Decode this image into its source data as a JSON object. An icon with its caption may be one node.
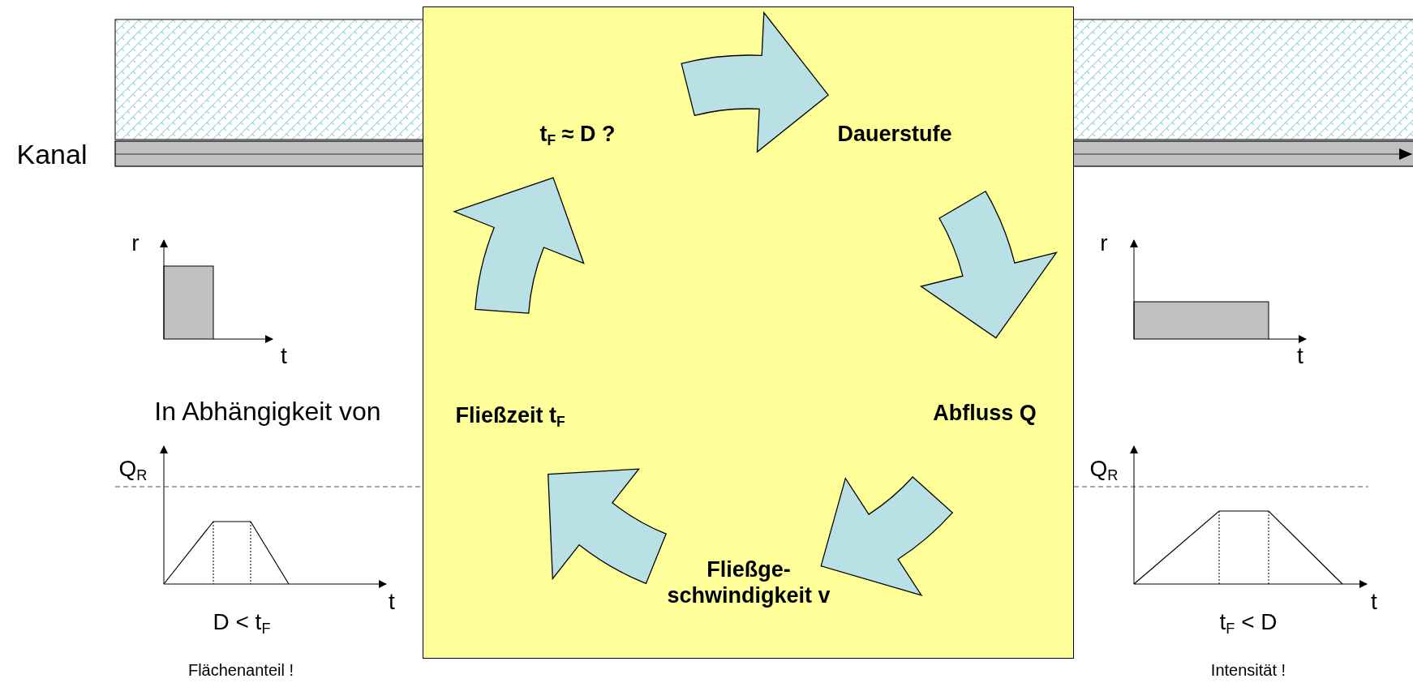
{
  "diagram": {
    "nodes": [
      {
        "text": [],
        "shape": "box"
      },
      {
        "text": [
          "t$_{F}$ ≈ D ?"
        ],
        "in": 0
      },
      {
        "text": [
          "Dauerstufe"
        ],
        "in": 0
      },
      {
        "text": [
          "Abfluss Q"
        ],
        "in": 0
      },
      {
        "text": [
          "Fließge- schwindigkeit v"
        ],
        "in": 0
      },
      {
        "text": [
          "Fließzeit t$_{F}$"
        ],
        "in": 0
      }
    ],
    "edges": [
      {
        "from": 1,
        "to": 2,
        "arrow": "to"
      },
      {
        "from": 2,
        "to": 3,
        "arrow": "to"
      },
      {
        "from": 3,
        "to": 4,
        "arrow": "to"
      },
      {
        "from": 4,
        "to": 5,
        "arrow": "to"
      },
      {
        "from": 5,
        "to": 1,
        "arrow": "to"
      }
    ],
    "labels": [
      "Kanal",
      "r",
      "t",
      "In Abhängigkeit von",
      "Q$_{R}$",
      "t",
      "D < t$_{F}$",
      "Flächenanteil !",
      "r",
      "t",
      "Q$_{R}$",
      "t",
      "t$_{F}$ < D",
      "Intensität !"
    ]
  }
}
